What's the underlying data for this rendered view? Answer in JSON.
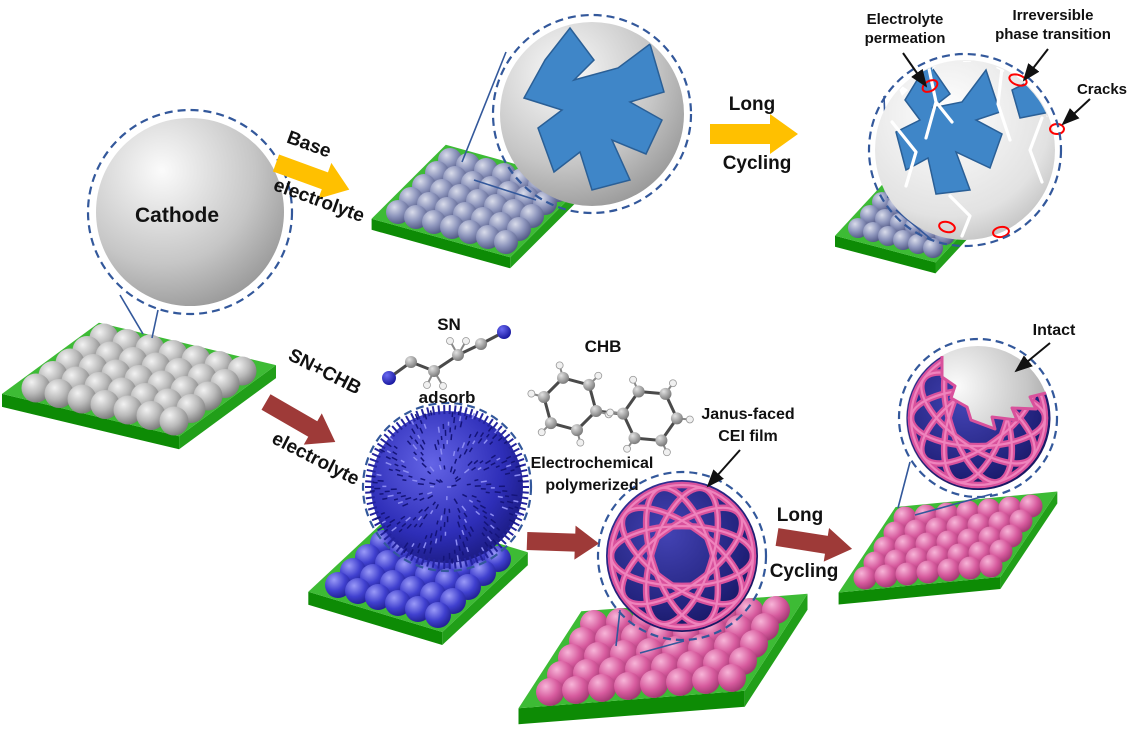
{
  "labels": {
    "cathode": "Cathode",
    "arrow_base_line1": "Base",
    "arrow_base_line2": "electrolyte",
    "arrow_long_top_line1": "Long",
    "arrow_long_top_line2": "Cycling",
    "electrolyte_permeation_line1": "Electrolyte",
    "electrolyte_permeation_line2": "permeation",
    "irreversible_line1": "Irreversible",
    "irreversible_line2": "phase transition",
    "cracks": "Cracks",
    "arrow_snchb_line1": "SN+CHB",
    "arrow_snchb_line2": "electrolyte",
    "sn": "SN",
    "adsorb": "adsorb",
    "chb": "CHB",
    "electrochemical_line1": "Electrochemical",
    "electrochemical_line2": "polymerized",
    "janus_line1": "Janus-faced",
    "janus_line2": "CEI film",
    "arrow_long_bottom_line1": "Long",
    "arrow_long_bottom_line2": "Cycling",
    "intact": "Intact"
  },
  "colors": {
    "background": "#ffffff",
    "platform_green": "#3dbb35",
    "arrow_yellow": "#ffc000",
    "arrow_red": "#9e3a38",
    "dashed_outline_blue": "#33589b",
    "leader_line_blue": "#33589b",
    "phase_blue": "#3f86c8",
    "crack_white": "#ffffff",
    "damage_outline_red": "#ff0000",
    "mesh_pink": "#d9519c",
    "mesh_pink_light": "#ef83bd",
    "sphere_gray": "#9a9a9a",
    "sphere_blue": "#3434c8",
    "sphere_pink": "#d75b9e",
    "text": "#111111"
  }
}
